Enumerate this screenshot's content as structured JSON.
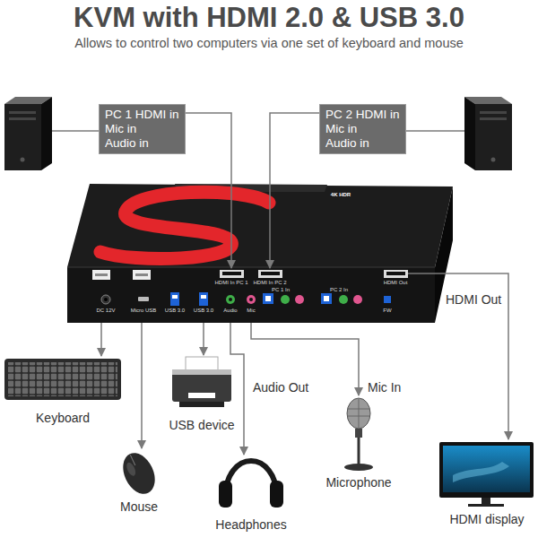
{
  "diagram": {
    "title": "KVM with HDMI 2.0 & USB 3.0",
    "nodes": [
      {
        "text": [
          "PC 1 HDMI in",
          "Mic in",
          "Audio in"
        ]
      },
      {
        "text": [
          "PC 2 HDMI in",
          "Mic in",
          "Audio in"
        ]
      }
    ],
    "labels": [
      "Allows to control two computers via one set of keyboard and mouse",
      "4K HDR",
      "DC 12V",
      "Micro USB",
      "USB 3.0",
      "USB 3.0",
      "Audio",
      "Mic",
      "HDMI In PC 1",
      "HDMI In PC 2",
      "PC 1 In",
      "PC 2 In",
      "FW",
      "HDMI Out",
      "HDMI Out",
      "Keyboard",
      "Mouse",
      "USB device",
      "Audio Out",
      "Headphones",
      "Mic In",
      "Microphone",
      "HDMI display"
    ]
  }
}
